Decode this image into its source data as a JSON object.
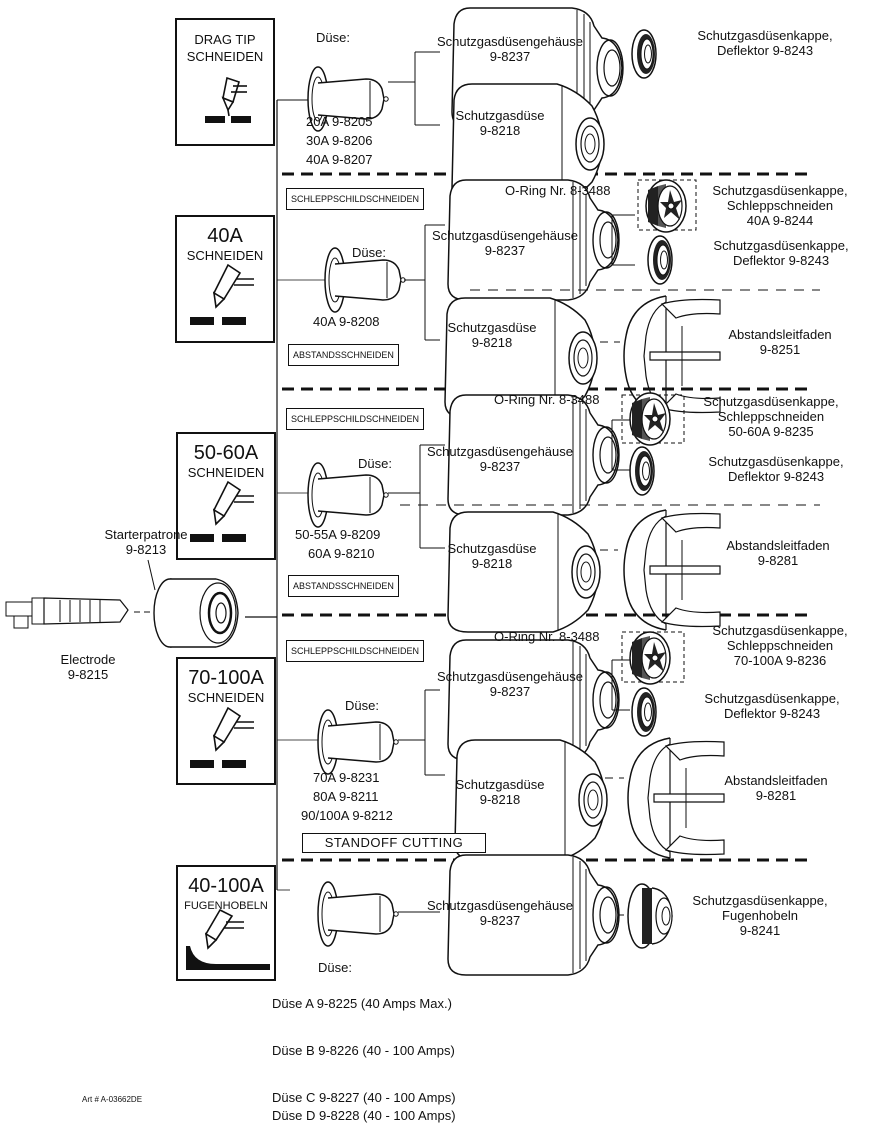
{
  "sections": {
    "drag_tip": {
      "title_line1": "DRAG TIP",
      "title_line2": "SCHNEIDEN",
      "tip_label": "Düse:",
      "tips": [
        "20A  9-8205",
        "30A  9-8206",
        "40A  9-8207"
      ],
      "shield_cup_body": "Schutzgasdüsengehäuse\n9-8237",
      "shield_cap": "Schutzgasdüsenkappe,\nDeflektor 9-8243",
      "shield_cup": "Schutzgasdüse\n9-8218"
    },
    "s40": {
      "title_line1": "40A",
      "title_line2": "SCHNEIDEN",
      "drag_shield_tag": "SCHLEPPSCHILDSCHNEIDEN",
      "standoff_tag": "ABSTANDSSCHNEIDEN",
      "tip_label": "Düse:",
      "tips": [
        "40A  9-8208"
      ],
      "o_ring": "O-Ring Nr. 8-3488",
      "shield_cup_body": "Schutzgasdüsengehäuse\n9-8237",
      "drag_cap": "Schutzgasdüsenkappe,\nSchleppschneiden\n40A  9-8244",
      "deflector_cap": "Schutzgasdüsenkappe,\nDeflektor 9-8243",
      "shield_cup": "Schutzgasdüse\n9-8218",
      "standoff_guide": "Abstandsleitfaden\n9-8251"
    },
    "s50": {
      "title_line1": "50-60A",
      "title_line2": "SCHNEIDEN",
      "drag_shield_tag": "SCHLEPPSCHILDSCHNEIDEN",
      "standoff_tag": "ABSTANDSSCHNEIDEN",
      "tip_label": "Düse:",
      "tips": [
        "50-55A  9-8209",
        "60A  9-8210"
      ],
      "o_ring": "O-Ring Nr. 8-3488",
      "shield_cup_body": "Schutzgasdüsengehäuse\n9-8237",
      "drag_cap": "Schutzgasdüsenkappe,\nSchleppschneiden\n50-60A  9-8235",
      "deflector_cap": "Schutzgasdüsenkappe,\nDeflektor 9-8243",
      "shield_cup": "Schutzgasdüse\n9-8218",
      "standoff_guide": "Abstandsleitfaden\n9-8281"
    },
    "s70": {
      "title_line1": "70-100A",
      "title_line2": "SCHNEIDEN",
      "drag_shield_tag": "SCHLEPPSCHILDSCHNEIDEN",
      "standoff_tag": "STANDOFF  CUTTING",
      "tip_label": "Düse:",
      "tips": [
        "70A  9-8231",
        "80A  9-8211",
        "90/100A  9-8212"
      ],
      "o_ring": "O-Ring Nr. 8-3488",
      "shield_cup_body": "Schutzgasdüsengehäuse\n9-8237",
      "drag_cap": "Schutzgasdüsenkappe,\nSchleppschneiden\n70-100A  9-8236",
      "deflector_cap": "Schutzgasdüsenkappe,\nDeflektor 9-8243",
      "shield_cup": "Schutzgasdüse\n9-8218",
      "standoff_guide": "Abstandsleitfaden\n9-8281"
    },
    "gouge": {
      "title_line1": "40-100A",
      "title_line2": "FUGENHOBELN",
      "tip_label": "Düse:",
      "shield_cup_body": "Schutzgasdüsengehäuse\n9-8237",
      "gouge_cap": "Schutzgasdüsenkappe,\nFugenhobeln\n9-8241"
    }
  },
  "common": {
    "start_cartridge": "Starterpatrone\n9-8213",
    "electrode": "Electrode\n9-8215"
  },
  "gouging_tips": [
    "Düse A  9-8225 (40 Amps Max.)",
    "Düse B  9-8226 (40 - 100 Amps)",
    "Düse C  9-8227 (40 - 100 Amps)",
    "Düse D  9-8228 (40 - 100 Amps)"
  ],
  "art_number": "Art # A-03662DE"
}
